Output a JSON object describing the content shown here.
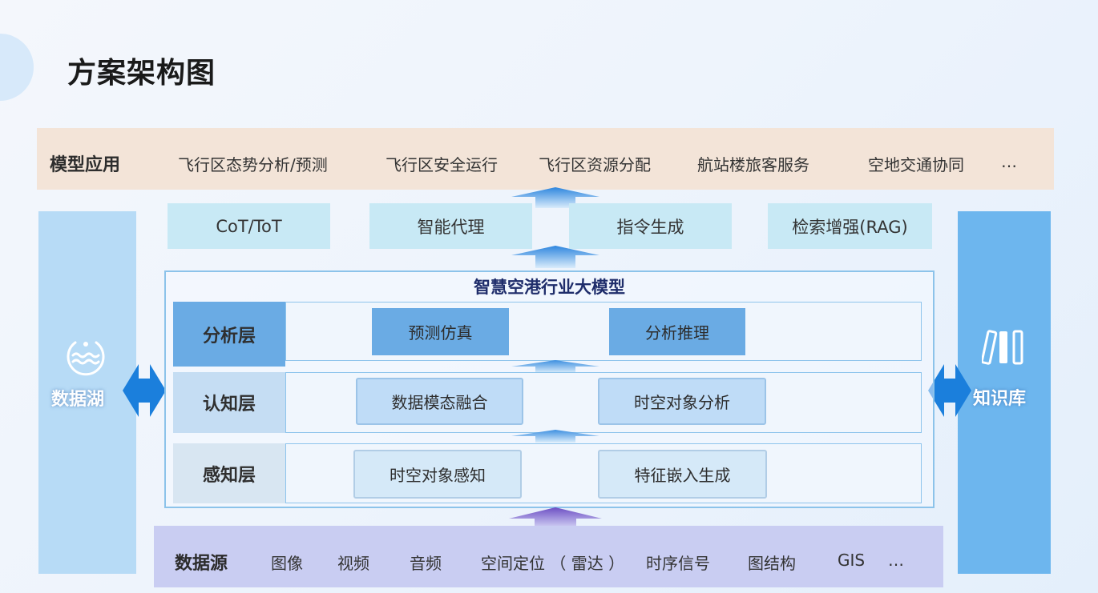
{
  "page": {
    "title": "方案架构图"
  },
  "application": {
    "label": "模型应用",
    "items": [
      "飞行区态势分析/预测",
      "飞行区安全运行",
      "飞行区资源分配",
      "航站楼旅客服务",
      "空地交通协同",
      "…"
    ]
  },
  "capabilities": [
    "CoT/ToT",
    "智能代理",
    "指令生成",
    "检索增强(RAG)"
  ],
  "model": {
    "title": "智慧空港行业大模型",
    "layers": [
      {
        "label": "分析层",
        "functions": [
          "预测仿真",
          "分析推理"
        ]
      },
      {
        "label": "认知层",
        "functions": [
          "数据模态融合",
          "时空对象分析"
        ]
      },
      {
        "label": "感知层",
        "functions": [
          "时空对象感知",
          "特征嵌入生成"
        ]
      }
    ]
  },
  "data_lake": {
    "label": "数据湖",
    "icon": "water-lake-icon"
  },
  "knowledge_base": {
    "label": "知识库",
    "icon": "books-icon"
  },
  "data_source": {
    "label": "数据源",
    "items": [
      "图像",
      "视频",
      "音频",
      "空间定位 （ 雷达 ）",
      "时序信号",
      "图结构",
      "GIS",
      "…"
    ]
  },
  "colors": {
    "app_bar": "#f3e4d8",
    "capability": "#c8e9f5",
    "model_border": "#8cc3ea",
    "layer_dark": "#6aabe4",
    "data_lake": "#b7dbf6",
    "knowledge_base": "#6db6ee",
    "data_source": "#c9cdf2",
    "arrow_blue": "#2e86de",
    "arrow_purple": "#6c4fc4"
  }
}
